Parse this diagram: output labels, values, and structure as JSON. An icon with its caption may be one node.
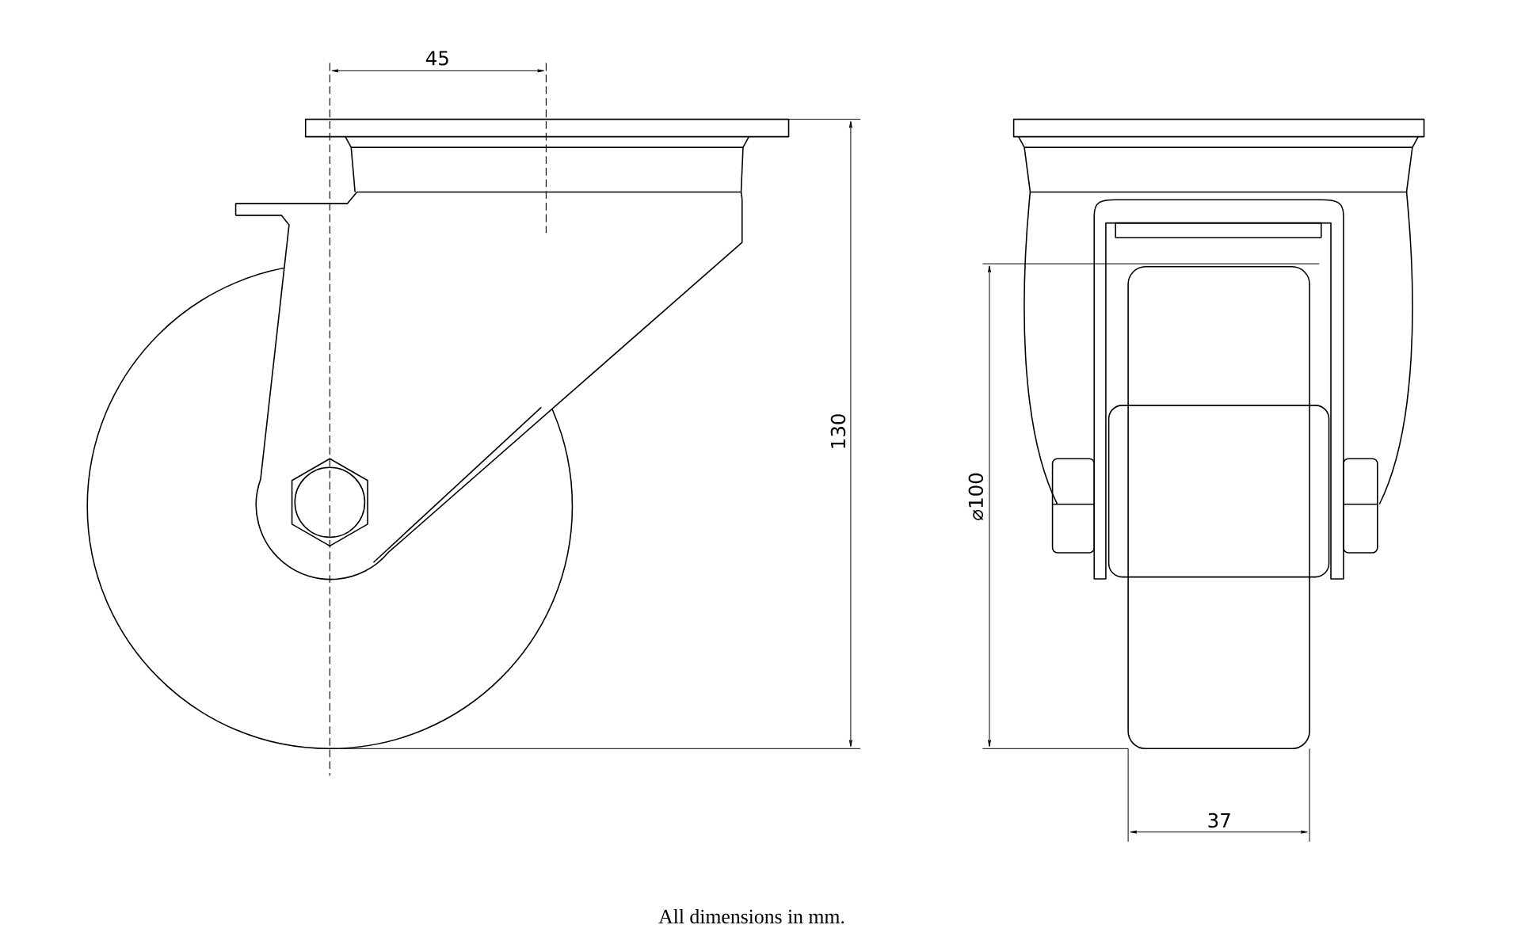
{
  "diagram": {
    "caption": "All dimensions in mm.",
    "labels": [
      "45",
      "130",
      "⌀100",
      "37"
    ]
  }
}
